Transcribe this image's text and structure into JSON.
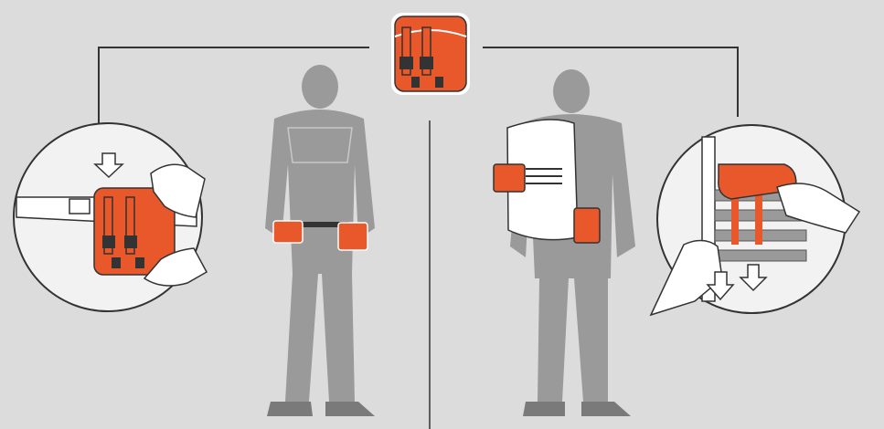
{
  "colors": {
    "background": "#dcdcdc",
    "accent_orange": "#e8582a",
    "figure_gray": "#9a9a9a",
    "figure_dark": "#7a7a7a",
    "line": "#333333",
    "white": "#ffffff"
  },
  "panels": {
    "center_item": "pouch-with-straps",
    "left_scene": "pouches-mounted-on-waist-belt",
    "right_scene": "pouch-mounted-on-backpack-molle",
    "left_detail": "belt-attachment-closeup",
    "right_detail": "molle-attachment-closeup"
  },
  "icons": [
    "down-arrow-icon",
    "hand-icon",
    "buckle-icon"
  ]
}
